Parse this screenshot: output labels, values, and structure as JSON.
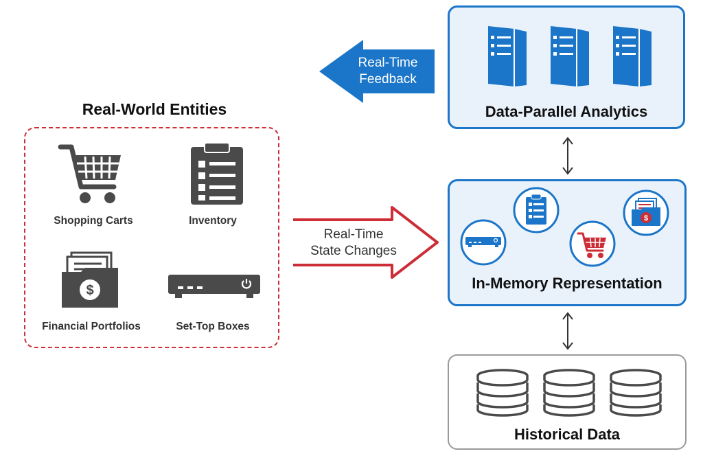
{
  "entities": {
    "title": "Real-World Entities",
    "items": [
      {
        "label": "Shopping Carts",
        "icon": "shopping-cart-icon"
      },
      {
        "label": "Inventory",
        "icon": "clipboard-icon"
      },
      {
        "label": "Financial Portfolios",
        "icon": "portfolio-folder-icon"
      },
      {
        "label": "Set-Top Boxes",
        "icon": "set-top-box-icon"
      }
    ]
  },
  "arrows": {
    "state_changes": [
      "Real-Time",
      "State Changes"
    ],
    "feedback": [
      "Real-Time",
      "Feedback"
    ]
  },
  "boxes": {
    "analytics": "Data-Parallel Analytics",
    "memory": "In-Memory Representation",
    "historical": "Historical Data"
  },
  "colors": {
    "blue": "#1b75c8",
    "blue_fill": "#e9f2fb",
    "red": "#cc2d36",
    "dark_gray": "#4a4a4a",
    "light_gray_border": "#9a9a9a"
  }
}
